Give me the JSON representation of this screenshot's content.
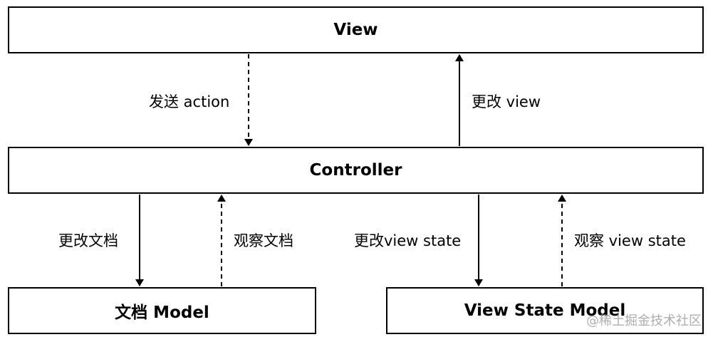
{
  "boxes": {
    "view": "View",
    "controller": "Controller",
    "doc_model": "文档 Model",
    "view_state_model": "View State Model"
  },
  "edges": {
    "send_action": "发送 action",
    "change_view": "更改 view",
    "change_doc": "更改文档",
    "observe_doc": "观察文档",
    "change_view_state": "更改view state",
    "observe_view_state": "观察 view state"
  },
  "watermark": "@稀土掘金技术社区"
}
